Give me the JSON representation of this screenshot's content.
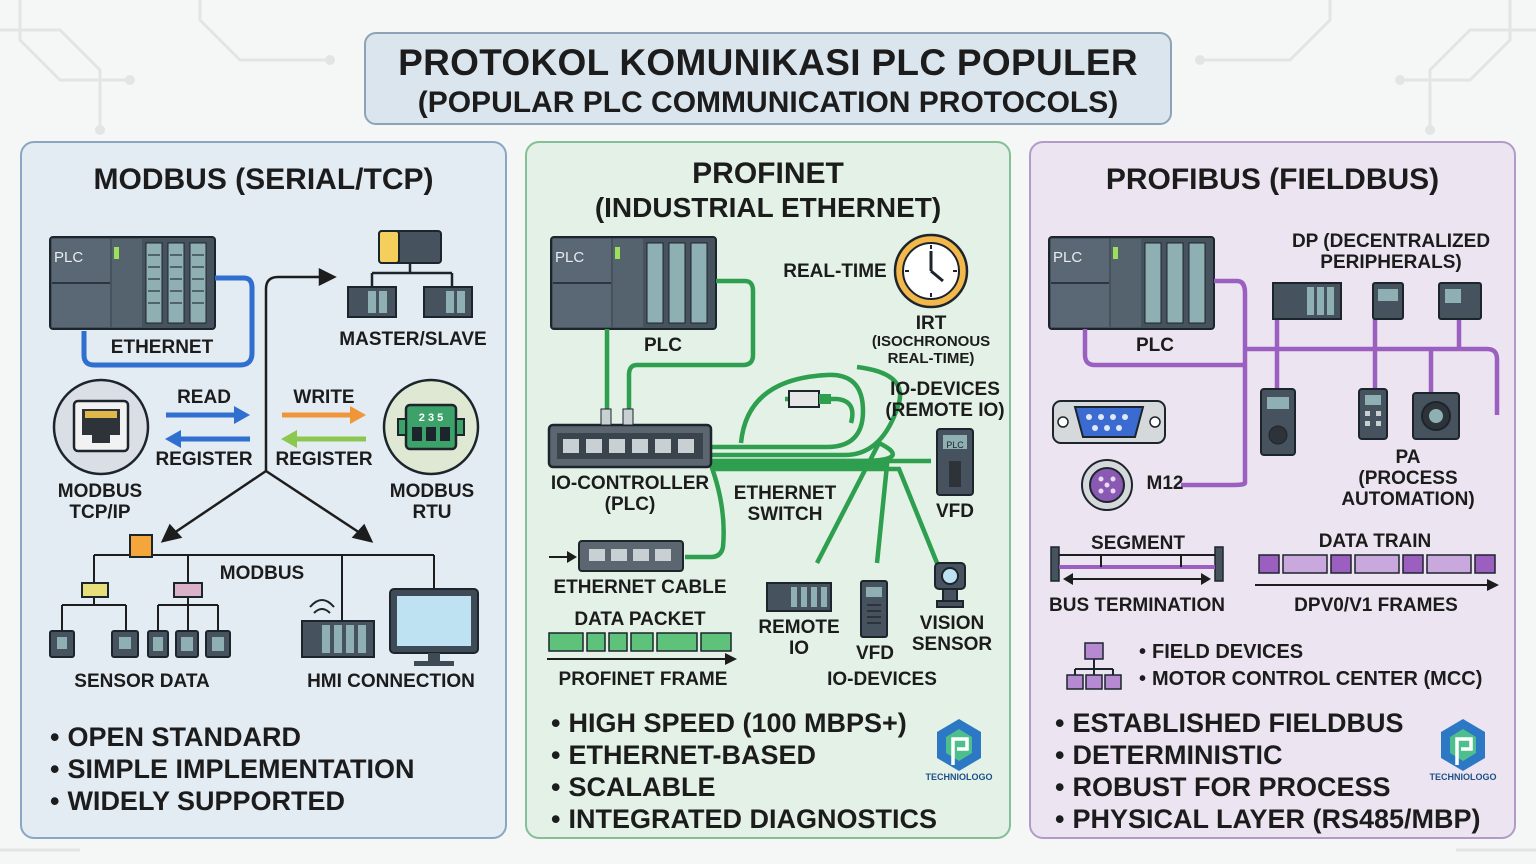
{
  "header": {
    "title": "PROTOKOL KOMUNIKASI PLC POPULER",
    "subtitle": "(POPULAR PLC COMMUNICATION PROTOCOLS)"
  },
  "modbus": {
    "heading": "MODBUS (SERIAL/TCP)",
    "plc_tag": "PLC",
    "ethernet_label": "ETHERNET",
    "master_slave_label": "MASTER/SLAVE",
    "read_label": "READ",
    "write_label": "WRITE",
    "register_left": "REGISTER",
    "register_right": "REGISTER",
    "tcpip_label": "MODBUS\nTCP/IP",
    "rtu_label": "MODBUS\nRTU",
    "rtu_connector_text": "2 3 5",
    "bus_label": "MODBUS",
    "sensor_label": "SENSOR DATA",
    "hmi_label": "HMI CONNECTION",
    "bullets": [
      "OPEN STANDARD",
      "SIMPLE IMPLEMENTATION",
      "WIDELY SUPPORTED"
    ]
  },
  "profinet": {
    "heading_line1": "PROFINET",
    "heading_line2": "(INDUSTRIAL ETHERNET)",
    "plc_tag": "PLC",
    "plc_label": "PLC",
    "realtime_label": "REAL-TIME",
    "irt_label": "IRT",
    "irt_sub": "(ISOCHRONOUS\nREAL-TIME)",
    "io_devices_remote": "IO-DEVICES\n(REMOTE IO)",
    "io_controller": "IO-CONTROLLER\n(PLC)",
    "ethernet_switch": "ETHERNET\nSWITCH",
    "vfd_right": "VFD",
    "vfd_tag": "PLC",
    "ethernet_cable": "ETHERNET CABLE",
    "data_packet": "DATA PACKET",
    "profinet_frame": "PROFINET FRAME",
    "remote_io": "REMOTE\nIO",
    "vfd_bottom": "VFD",
    "vision_sensor": "VISION\nSENSOR",
    "io_devices": "IO-DEVICES",
    "bullets": [
      "HIGH SPEED (100 MBPS+)",
      "ETHERNET-BASED",
      "SCALABLE",
      "INTEGRATED DIAGNOSTICS"
    ],
    "logo_text": "TECHNIOLOGO"
  },
  "profibus": {
    "heading": "PROFIBUS (FIELDBUS)",
    "plc_tag": "PLC",
    "plc_label": "PLC",
    "dp_label": "DP (DECENTRALIZED\nPERIPHERALS)",
    "m12_label": "M12",
    "pa_label": "PA\n(PROCESS\nAUTOMATION)",
    "segment_label": "SEGMENT",
    "bus_termination": "BUS TERMINATION",
    "data_train": "DATA TRAIN",
    "dp_frames": "DPV0/V1 FRAMES",
    "list_items": [
      "FIELD DEVICES",
      "MOTOR CONTROL CENTER (MCC)"
    ],
    "bullets": [
      "ESTABLISHED FIELDBUS",
      "DETERMINISTIC",
      "ROBUST FOR PROCESS",
      "PHYSICAL LAYER (RS485/MBP)"
    ],
    "logo_text": "TECHNIOLOGO"
  },
  "colors": {
    "modbus_bg": "#e3ebf3",
    "profinet_bg": "#e3f1e6",
    "profibus_bg": "#ece5f1",
    "ethernet_blue": "#2f6fd0",
    "profinet_green": "#2e9e4f",
    "profibus_purple": "#9b5fc0",
    "write_orange": "#f0953a"
  }
}
